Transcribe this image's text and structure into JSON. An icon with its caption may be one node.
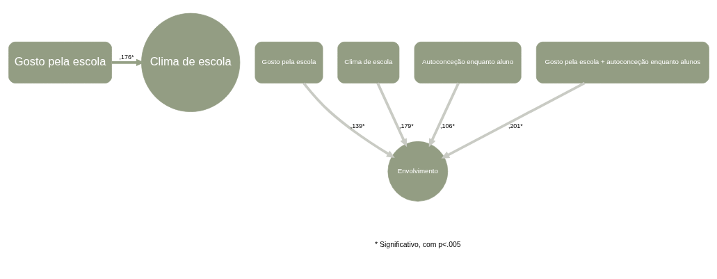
{
  "diagram": {
    "nodes": [
      {
        "text": [
          "Gosto pela escola"
        ]
      },
      {
        "text": [
          "Clima de escola"
        ]
      },
      {
        "text": [
          "Gosto pela escola"
        ]
      },
      {
        "text": [
          "Clima de escola"
        ]
      },
      {
        "text": [
          "Autoconceção enquanto aluno"
        ]
      },
      {
        "text": [
          "Envolvimento"
        ]
      },
      {
        "text": [
          "Gosto pela escola + autoconceção enquanto alunos"
        ]
      }
    ],
    "edges": [
      {
        "from": 0,
        "to": 1,
        "arrow": "to",
        "label": ",176*",
        "color": "#95a085"
      },
      {
        "from": 2,
        "to": 5,
        "arrow": "to",
        "label": ",139*"
      },
      {
        "from": 3,
        "to": 5,
        "arrow": "to",
        "label": ",179*"
      },
      {
        "from": 4,
        "to": 5,
        "arrow": "to",
        "label": ",106*"
      },
      {
        "from": 6,
        "to": 5,
        "arrow": "to",
        "label": ",201*"
      }
    ],
    "labels": [
      "* Significativo, com p<.005"
    ]
  }
}
